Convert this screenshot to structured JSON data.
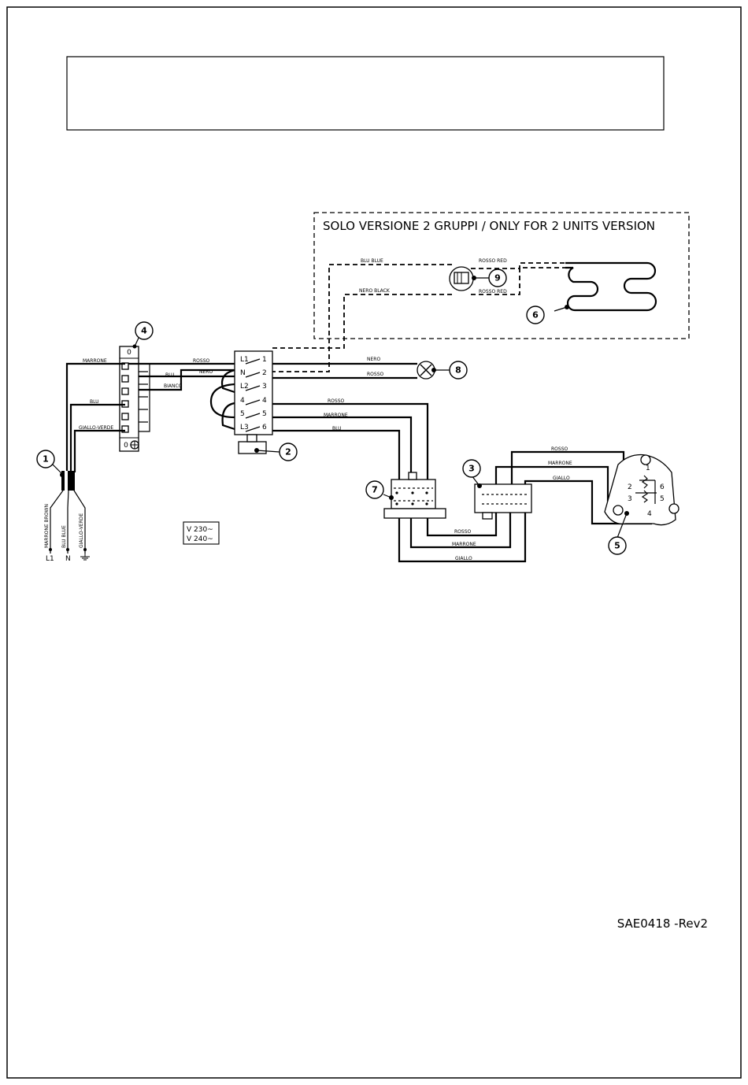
{
  "optional_group": {
    "title": "SOLO VERSIONE 2 GRUPPI / ONLY FOR 2 UNITS VERSION"
  },
  "wire_labels": {
    "blu_blue": "BLU BLUE",
    "nero_black": "NERO BLACK",
    "rosso_red": "ROSSO RED",
    "marrone": "MARRONE",
    "rosso": "ROSSO",
    "nero": "NERO",
    "blu": "BLU",
    "bianco": "BIANCO",
    "giallo_verde": "GIALLO-VERDE",
    "giallo": "GIALLO",
    "marrone_brown": "MARRONE BROWN",
    "giallo_verde_vertical": "GIALLO-VERDE"
  },
  "terminal_block": {
    "top": "0",
    "bottom": "0"
  },
  "switch_terminals": [
    "L1",
    "1",
    "N",
    "2",
    "L2",
    "3",
    "4",
    "4",
    "5",
    "5",
    "L3",
    "6"
  ],
  "thermostat_terminals": [
    "1",
    "2",
    "3",
    "6",
    "5",
    "4"
  ],
  "supply": {
    "l1": "L1",
    "n": "N"
  },
  "voltage": {
    "line1": "V 230~",
    "line2": "V 240~"
  },
  "callouts": [
    "1",
    "2",
    "3",
    "4",
    "5",
    "6",
    "7",
    "8",
    "9"
  ],
  "document_code": "SAE0418 -Rev2"
}
